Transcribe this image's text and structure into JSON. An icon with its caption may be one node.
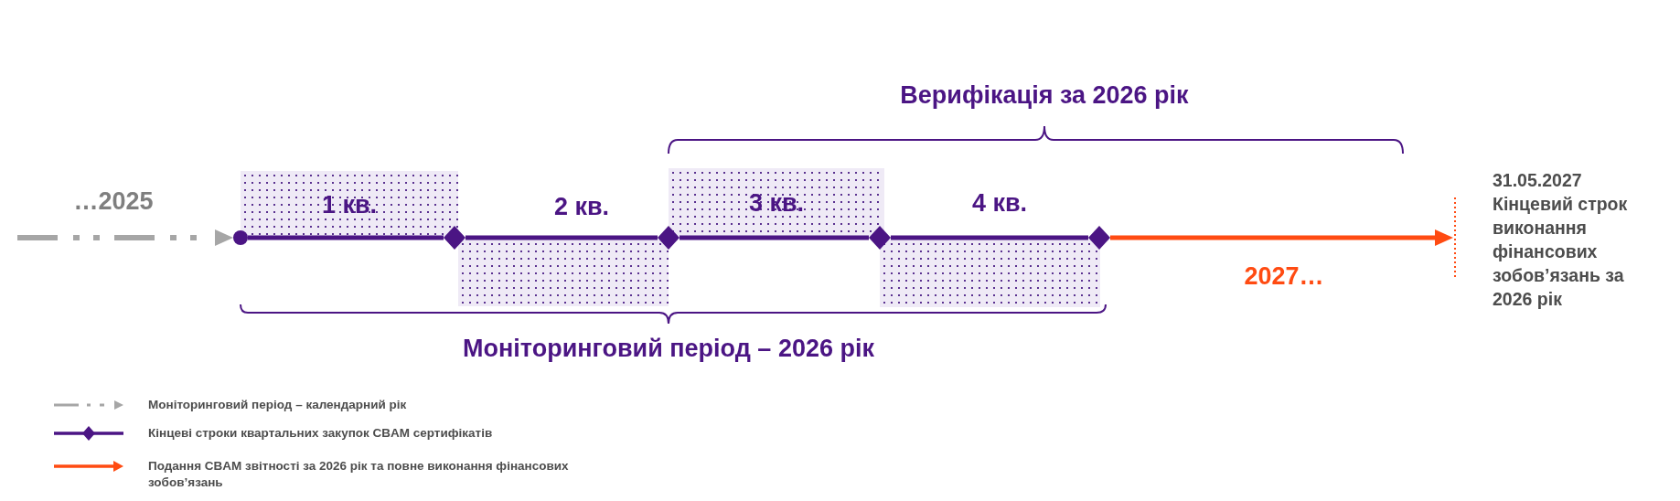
{
  "diagram": {
    "nodes": [
      {
        "text": [
          "1 кв."
        ]
      },
      {
        "text": [],
        "shape": "box"
      },
      {
        "text": [
          "3 кв."
        ]
      },
      {
        "text": [],
        "shape": "box"
      },
      {
        "text": [],
        "shape": "circle"
      },
      {
        "text": [],
        "shape": "diamond"
      },
      {
        "text": [],
        "shape": "diamond"
      },
      {
        "text": [],
        "shape": "diamond"
      },
      {
        "text": [],
        "shape": "diamond"
      },
      {
        "text": [],
        "shape": "bar",
        "beside": [
          "31.05.2027",
          "Кінцевий строк виконання фінансових зобов’язань за 2026 рік"
        ]
      }
    ],
    "edges": [
      {
        "from": null,
        "to": 4,
        "arrow": "to",
        "style": "dashed",
        "color": "#a6a6a6"
      },
      {
        "from": 4,
        "to": 5,
        "arrow": "none"
      },
      {
        "from": 5,
        "to": 6,
        "arrow": "none"
      },
      {
        "from": 6,
        "to": 7,
        "arrow": "none"
      },
      {
        "from": 7,
        "to": 8,
        "arrow": "none"
      },
      {
        "from": 8,
        "to": 9,
        "arrow": "to",
        "color": "#ff4b12"
      }
    ],
    "labels": [
      "Верифікація за 2026 рік",
      "…2025",
      "2 кв.",
      "4 кв.",
      "2027…",
      "Моніторинговий період – 2026 рік"
    ],
    "legend": [
      {
        "text": "Моніторинговий період – календарний рік"
      },
      {
        "text": "Кінцеві строки квартальних закупок CBAM сертифікатів"
      },
      {
        "text": "Подання CBAM звітності за 2026 рік та повне виконання фінансових зобов’язань"
      }
    ]
  }
}
